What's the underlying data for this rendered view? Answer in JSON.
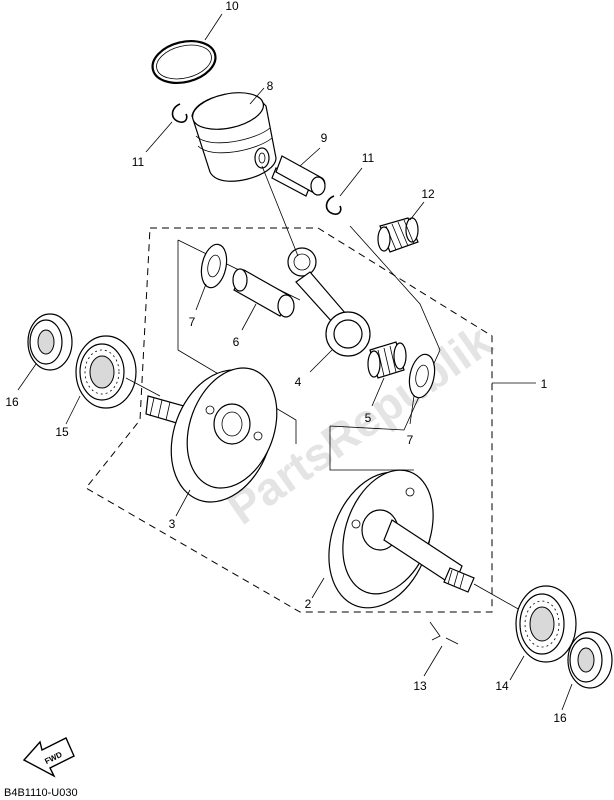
{
  "diagram": {
    "code": "B4B1110-U030",
    "fwd_label": "FWD",
    "watermark": "PartsRepublik"
  },
  "callouts": {
    "c1": "1",
    "c2": "2",
    "c3": "3",
    "c4": "4",
    "c5": "5",
    "c6": "6",
    "c7a": "7",
    "c7b": "7",
    "c8": "8",
    "c9": "9",
    "c10": "10",
    "c11a": "11",
    "c11b": "11",
    "c12": "12",
    "c13": "13",
    "c14": "14",
    "c15": "15",
    "c16a": "16",
    "c16b": "16"
  }
}
